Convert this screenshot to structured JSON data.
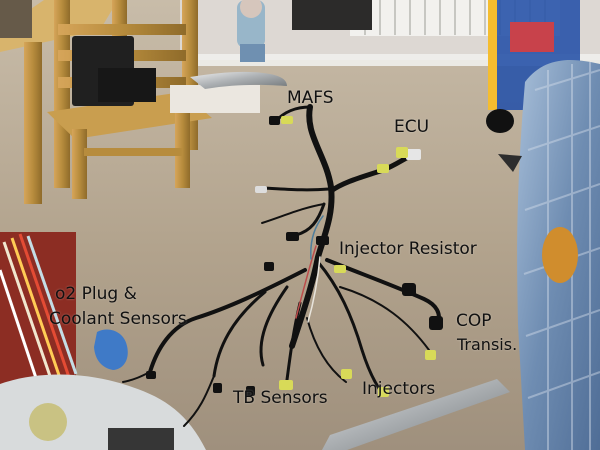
{
  "labels": {
    "mafs": "MAFS",
    "ecu": "ECU",
    "injector_resistor": "Injector Resistor",
    "o2_plug_line1": "o2 Plug &",
    "o2_plug_line2": "Coolant Sensors",
    "cop_line1": "COP",
    "cop_line2": "Transis.",
    "tb_sensors": "TB Sensors",
    "injectors": "Injectors"
  },
  "colors": {
    "carpet": "#b4a690",
    "wire": "#111111",
    "connector_yellow": "#d8da58",
    "couch_blue": "#6f8db2",
    "chair_wood": "#b78c3d"
  }
}
